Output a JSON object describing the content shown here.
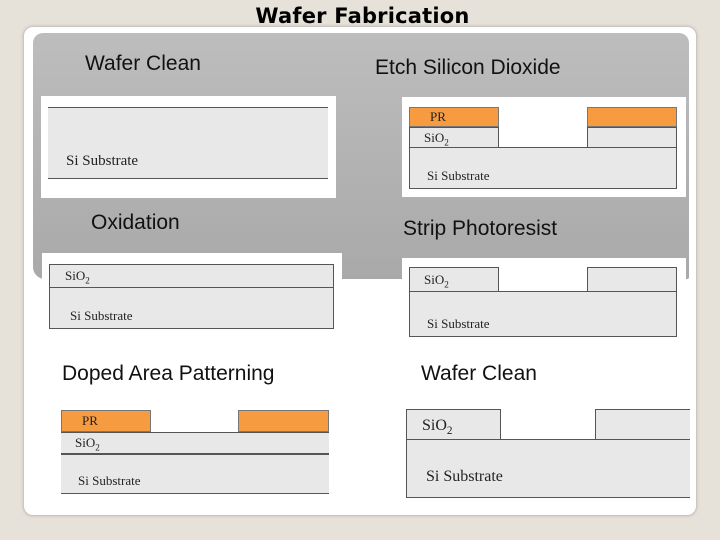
{
  "title": "Wafer Fabrication",
  "steps": {
    "wafer_clean_1": "Wafer Clean",
    "etch_sio2": "Etch Silicon Dioxide",
    "oxidation": "Oxidation",
    "strip_pr": "Strip Photoresist",
    "doped_area": "Doped Area Patterning",
    "wafer_clean_2": "Wafer Clean"
  },
  "layer_labels": {
    "substrate": "Si Substrate",
    "oxide": "SiO",
    "oxide_sub": "2",
    "photoresist": "PR"
  },
  "colors": {
    "photoresist": "#f79b40",
    "layer_fill": "#e8e8e8",
    "band": "#b3b3b3"
  }
}
